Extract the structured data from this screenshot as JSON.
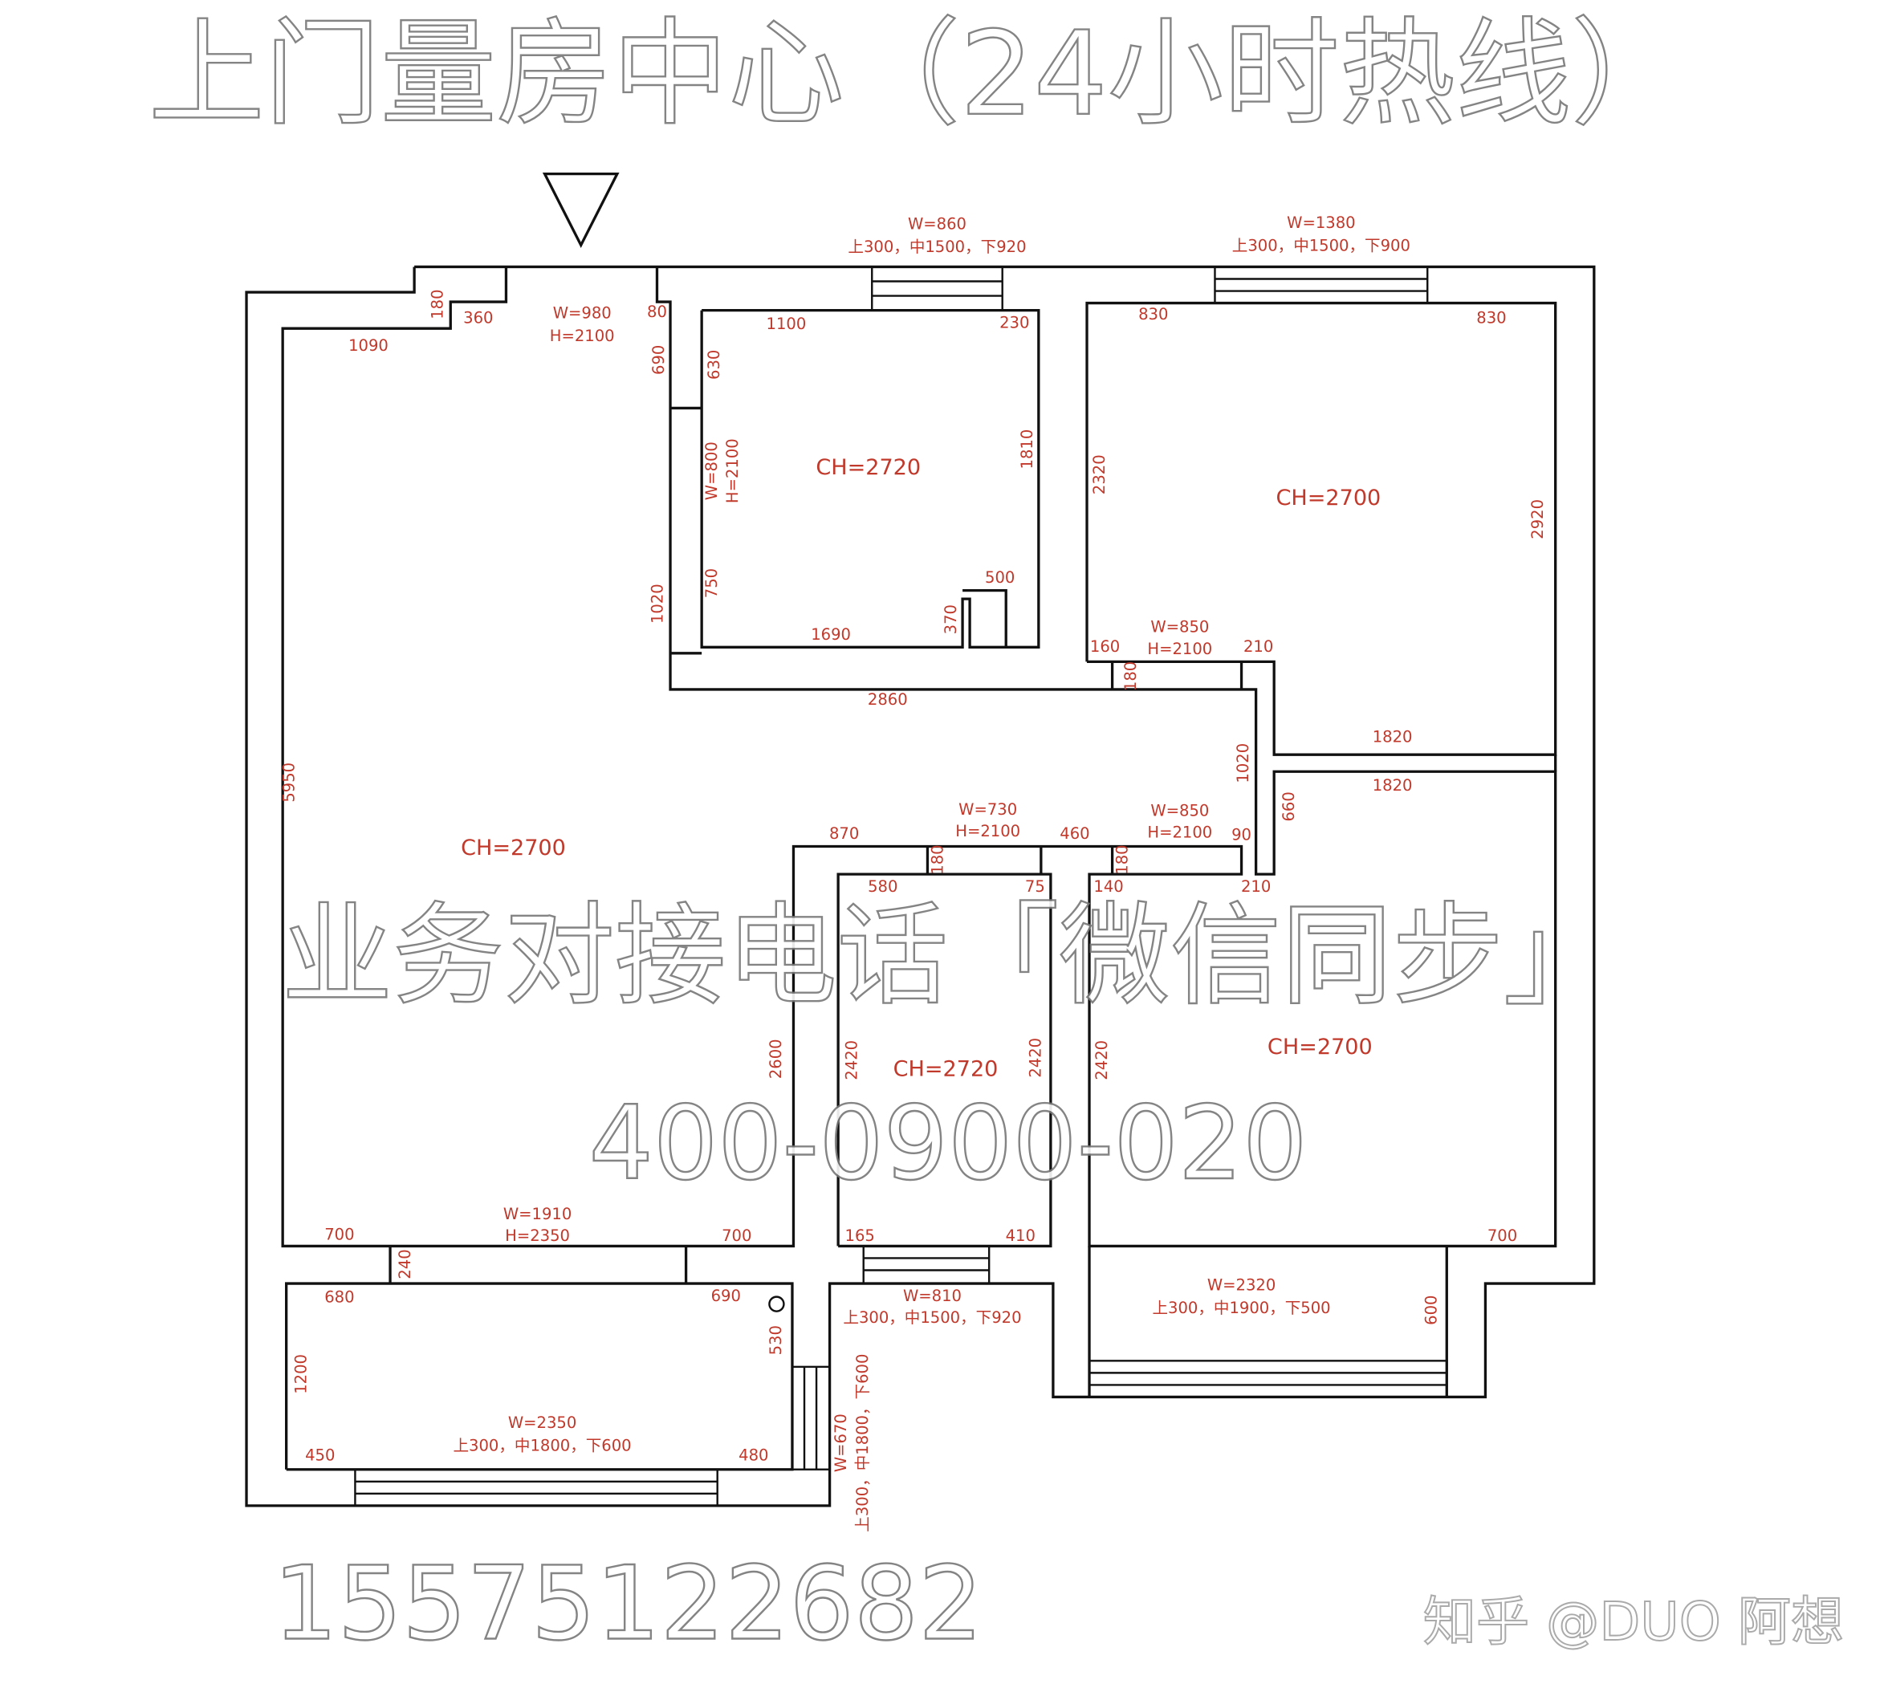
{
  "labels": [
    "W=860",
    "上300，中1500，下920",
    "W=1380",
    "上300，中1500，下900",
    "180",
    "360",
    "W=980",
    "H=2100",
    "80",
    "1090",
    "690",
    "630",
    "1100",
    "230",
    "830",
    "830",
    "W=800",
    "H=2100",
    "CH=2720",
    "1810",
    "2320",
    "CH=2700",
    "2920",
    "500",
    "1020",
    "750",
    "370",
    "1690",
    "160",
    "W=850",
    "H=2100",
    "210",
    "180",
    "2860",
    "1820",
    "5950",
    "1020",
    "660",
    "1820",
    "CH=2700",
    "W=730",
    "H=2100",
    "870",
    "460",
    "W=850",
    "H=2100",
    "90",
    "180",
    "180",
    "580",
    "75",
    "140",
    "210",
    "2600",
    "2420",
    "CH=2720",
    "2420",
    "2420",
    "CH=2700",
    "700",
    "W=1910",
    "H=2350",
    "700",
    "165",
    "410",
    "700",
    "240",
    "680",
    "690",
    "W=810",
    "上300，中1500，下920",
    "W=2320",
    "上300，中1900，下500",
    "600",
    "530",
    "1200",
    "W=2350",
    "上300，中1800，下600",
    "450",
    "480",
    "W=670",
    "上300，中1800，下600"
  ],
  "watermarks": [
    "上门量房中心（24小时热线）",
    "400-0900-020",
    "业务对接电话「微信同步」",
    "15575122682"
  ],
  "credit": "知乎 @DUO 阿想",
  "colors": {
    "dimension_text": "#c0392b",
    "walls": "#111111"
  }
}
